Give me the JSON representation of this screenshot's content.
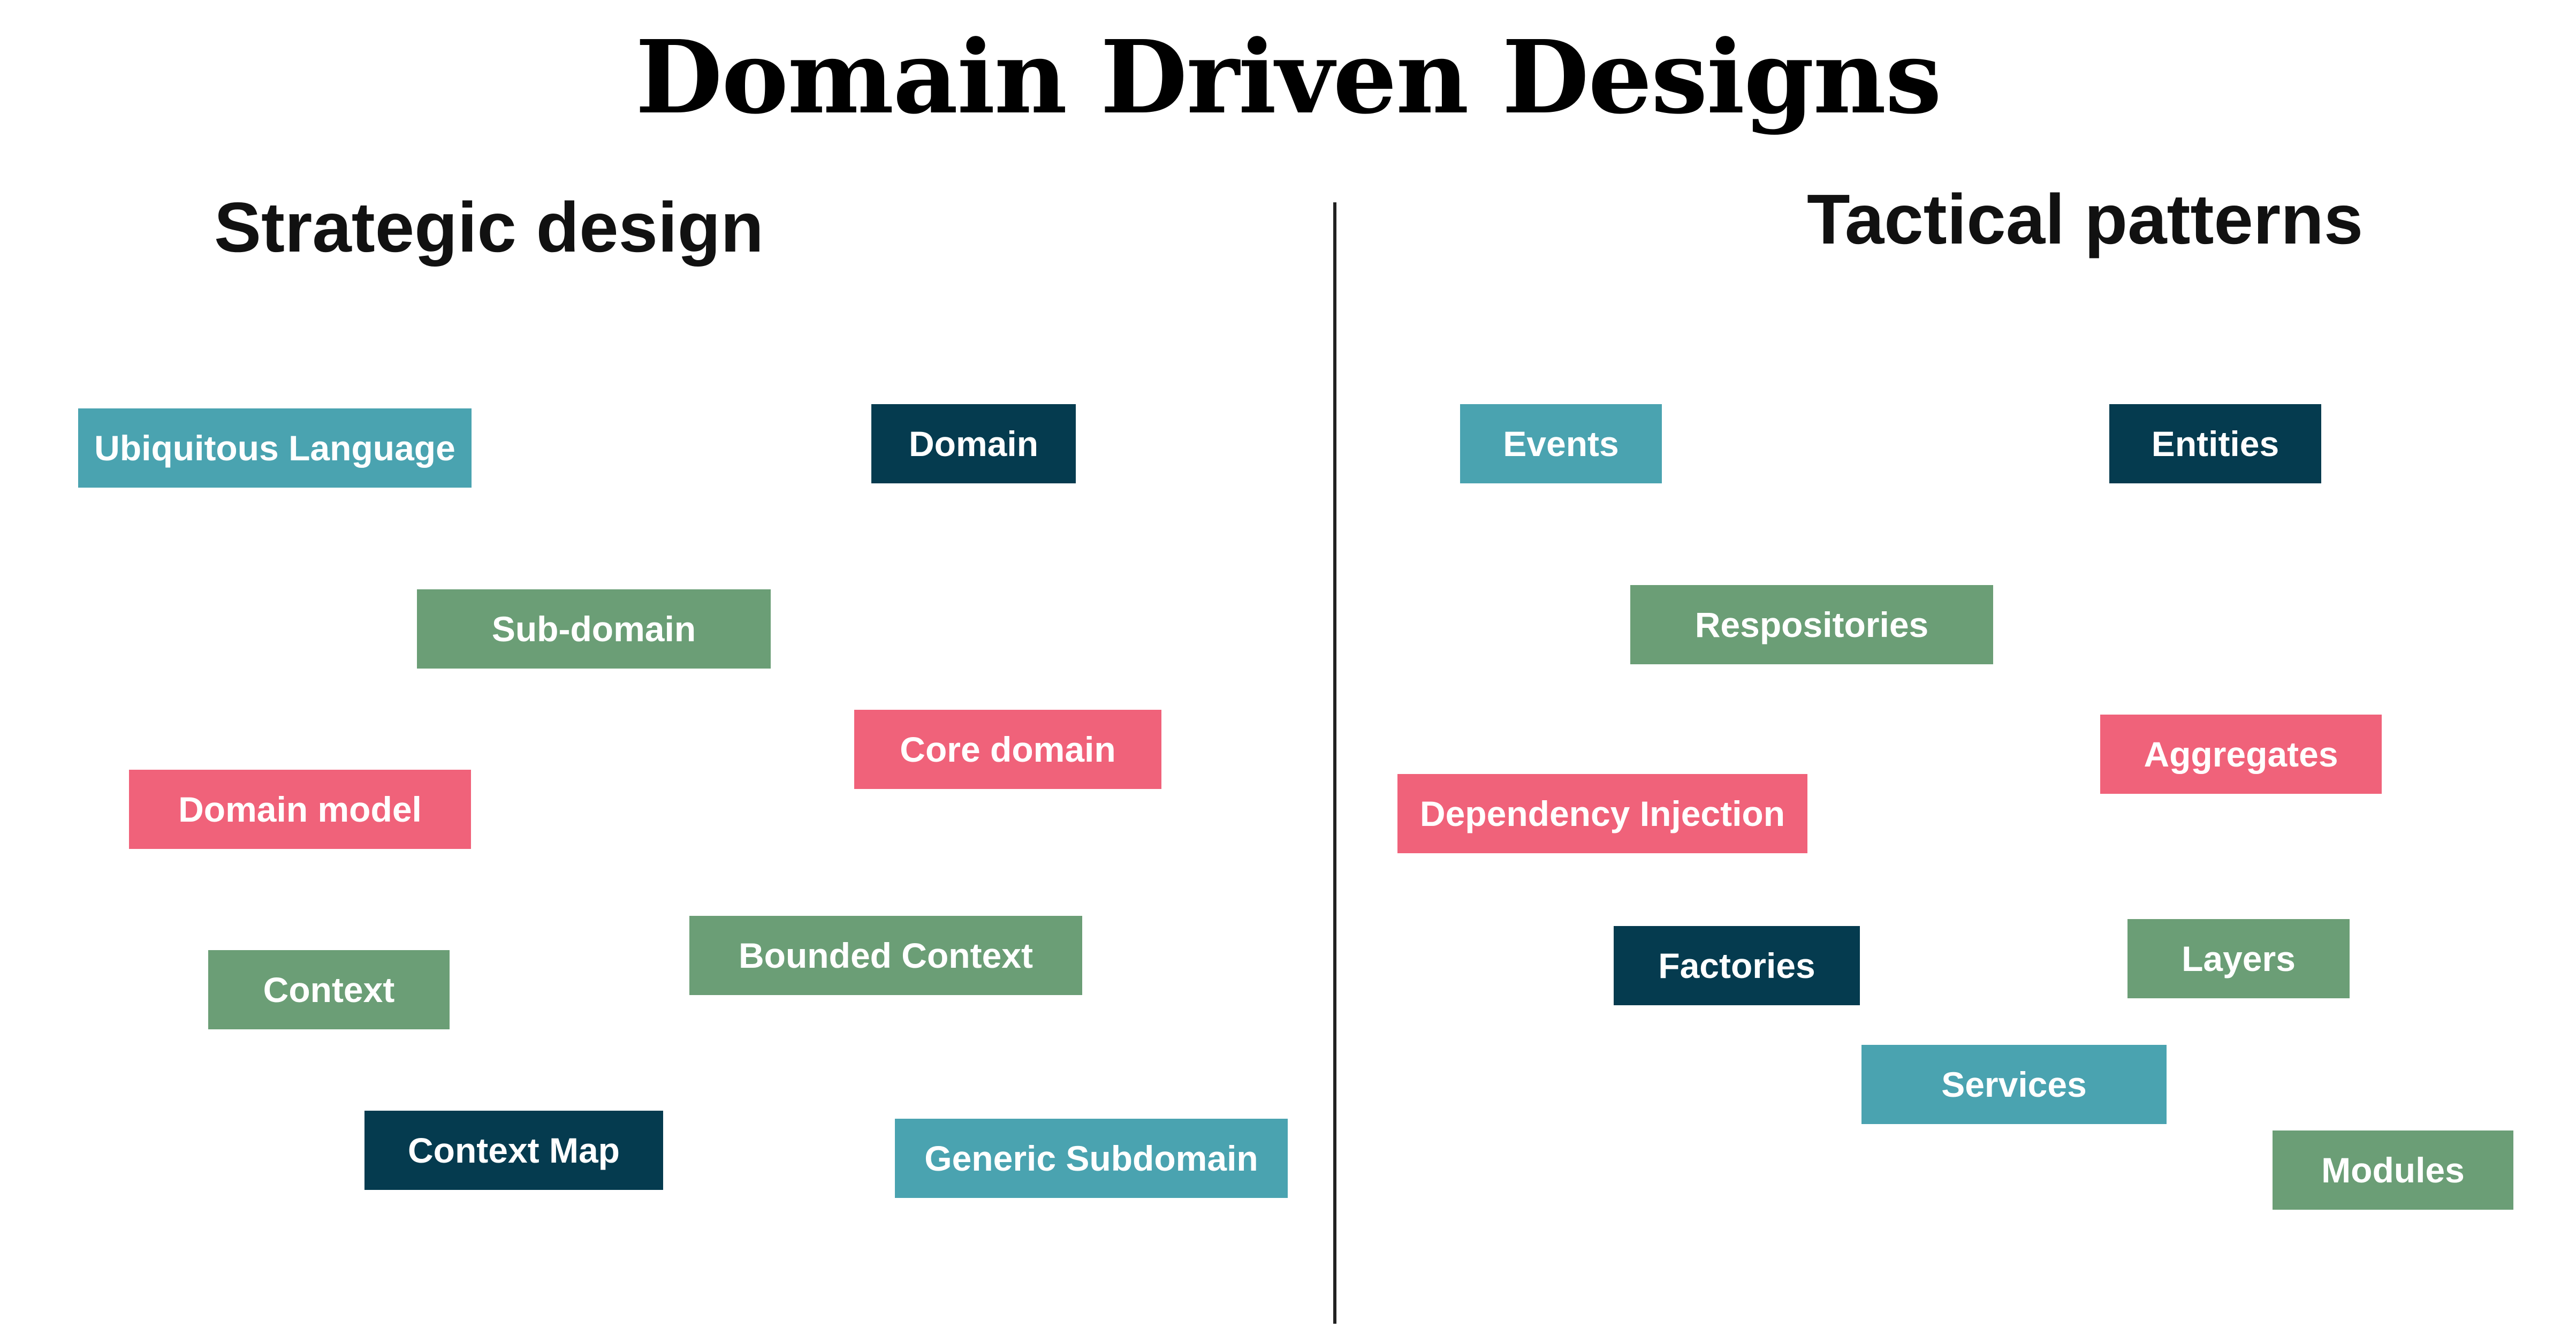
{
  "title": "Domain Driven Designs",
  "strategic": {
    "heading": "Strategic design",
    "tags": {
      "ubiquitous_language": "Ubiquitous Language",
      "domain": "Domain",
      "sub_domain": "Sub-domain",
      "core_domain": "Core domain",
      "domain_model": "Domain model",
      "bounded_context": "Bounded Context",
      "context": "Context",
      "context_map": "Context Map",
      "generic_subdomain": "Generic Subdomain"
    }
  },
  "tactical": {
    "heading": "Tactical patterns",
    "tags": {
      "events": "Events",
      "entities": "Entities",
      "repositories": "Respositories",
      "aggregates": "Aggregates",
      "dependency_injection": "Dependency Injection",
      "factories": "Factories",
      "layers": "Layers",
      "services": "Services",
      "modules": "Modules"
    }
  },
  "colors": {
    "teal": "#4aa3b0",
    "navy": "#053b4f",
    "green": "#6b9e76",
    "pink": "#f0627a",
    "divider": "#222222"
  }
}
